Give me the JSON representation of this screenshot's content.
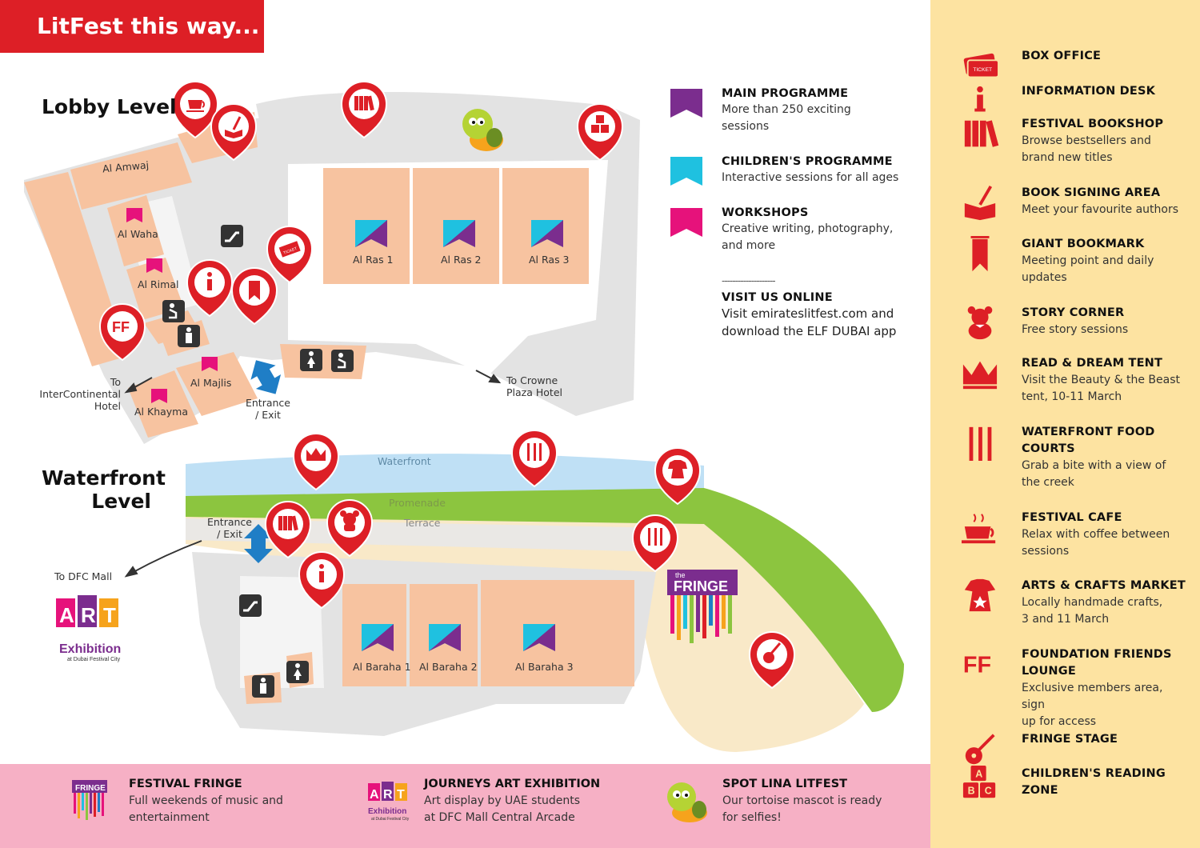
{
  "banner": "LitFest this way...",
  "levels": {
    "lobby": "Lobby Level",
    "waterfront_1": "Waterfront",
    "waterfront_2": "Level"
  },
  "rooms": {
    "al_amwaj": "Al Amwaj",
    "al_waha": "Al Waha",
    "al_rimal": "Al Rimal",
    "al_majlis": "Al Majlis",
    "al_khayma": "Al Khayma",
    "al_ras_1": "Al Ras 1",
    "al_ras_2": "Al Ras 2",
    "al_ras_3": "Al Ras 3",
    "al_baraha_1": "Al Baraha 1",
    "al_baraha_2": "Al Baraha 2",
    "al_baraha_3": "Al Baraha 3"
  },
  "zones": {
    "waterfront": "Waterfront",
    "promenade": "Promenade",
    "terrace": "Terrace"
  },
  "directions": {
    "intercontinental": [
      "To",
      "InterContinental",
      "Hotel"
    ],
    "crowne": [
      "To Crowne",
      "Plaza Hotel"
    ],
    "entrance_lobby": [
      "Entrance",
      "/ Exit"
    ],
    "entrance_water": [
      "Entrance",
      "/ Exit"
    ],
    "dfc_mall": "To DFC Mall"
  },
  "art_logo": {
    "letters": [
      "A",
      "R",
      "T"
    ],
    "word": "Exhibition",
    "sub": "at Dubai Festival City"
  },
  "fringe_logo": {
    "the": "the",
    "word": "FRINGE"
  },
  "ff_pin": "FF",
  "ticket_word": "TICKET",
  "programmes": [
    {
      "title": "MAIN PROGRAMME",
      "desc": [
        "More than 250 exciting",
        "sessions"
      ],
      "color": "#7b2d8e"
    },
    {
      "title": "CHILDREN'S PROGRAMME",
      "desc": [
        "Interactive sessions for all ages"
      ],
      "color": "#1fc1e0"
    },
    {
      "title": "WORKSHOPS",
      "desc": [
        "Creative writing, photography,",
        "and more"
      ],
      "color": "#e6127b"
    }
  ],
  "online": {
    "divider": "--------------------",
    "title": "VISIT US ONLINE",
    "desc": [
      "Visit emirateslitfest.com and",
      "download the ELF DUBAI app"
    ]
  },
  "sidebar": [
    {
      "icon": "ticket-icon",
      "title": [
        "BOX OFFICE"
      ],
      "desc": []
    },
    {
      "icon": "info-icon",
      "title": [
        "INFORMATION DESK"
      ],
      "desc": []
    },
    {
      "icon": "books-icon",
      "title": [
        "FESTIVAL BOOKSHOP"
      ],
      "desc": [
        "Browse bestsellers and",
        "brand new titles"
      ]
    },
    {
      "icon": "book-signing-icon",
      "title": [
        "BOOK SIGNING AREA"
      ],
      "desc": [
        "Meet your favourite authors"
      ]
    },
    {
      "icon": "bookmark-icon",
      "title": [
        "GIANT BOOKMARK"
      ],
      "desc": [
        "Meeting point and daily",
        "updates"
      ]
    },
    {
      "icon": "teddy-bear-icon",
      "title": [
        "STORY CORNER"
      ],
      "desc": [
        "Free story sessions"
      ]
    },
    {
      "icon": "crown-icon",
      "title": [
        "READ & DREAM TENT"
      ],
      "desc": [
        "Visit the Beauty & the Beast",
        "tent, 10-11 March"
      ]
    },
    {
      "icon": "cutlery-icon",
      "title": [
        "WATERFRONT FOOD",
        "COURTS"
      ],
      "desc": [
        "Grab a bite with a view of",
        "the creek"
      ]
    },
    {
      "icon": "coffee-cup-icon",
      "title": [
        "FESTIVAL CAFE"
      ],
      "desc": [
        "Relax with coffee between",
        "sessions"
      ]
    },
    {
      "icon": "dress-icon",
      "title": [
        "ARTS & CRAFTS  MARKET"
      ],
      "desc": [
        "Locally handmade crafts,",
        "3 and 11 March"
      ]
    },
    {
      "icon": "ff-icon",
      "icon_text": "FF",
      "title": [
        "FOUNDATION FRIENDS",
        "LOUNGE"
      ],
      "desc": [
        "Exclusive members area, sign",
        "up for access"
      ]
    },
    {
      "icon": "guitar-icon",
      "title": [
        "FRINGE STAGE"
      ],
      "desc": []
    },
    {
      "icon": "abc-blocks-icon",
      "icon_text": "ABC",
      "title": [
        "CHILDREN'S READING",
        "ZONE"
      ],
      "desc": []
    }
  ],
  "bottom": [
    {
      "title": "FESTIVAL FRINGE",
      "desc": [
        "Full weekends of music and",
        "entertainment"
      ]
    },
    {
      "title": "JOURNEYS ART EXHIBITION",
      "desc": [
        "Art display by UAE students",
        "at DFC Mall Central Arcade"
      ]
    },
    {
      "title": "SPOT LINA LITFEST",
      "desc": [
        "Our tortoise mascot is ready",
        "for selfies!"
      ]
    }
  ],
  "colors": {
    "red": "#dd1f26",
    "sidebar_bg": "#fde3a1",
    "bottom_bg": "#f6b0c5",
    "room": "#f7c3a0",
    "walkway": "#e3e3e3",
    "water": "#bfe0f5",
    "grass": "#8cc53f",
    "terrace": "#f9e9c8",
    "arrow_blue": "#1f7ec6",
    "purple": "#7b2d8e",
    "cyan": "#1fc1e0",
    "magenta": "#e6127b"
  }
}
